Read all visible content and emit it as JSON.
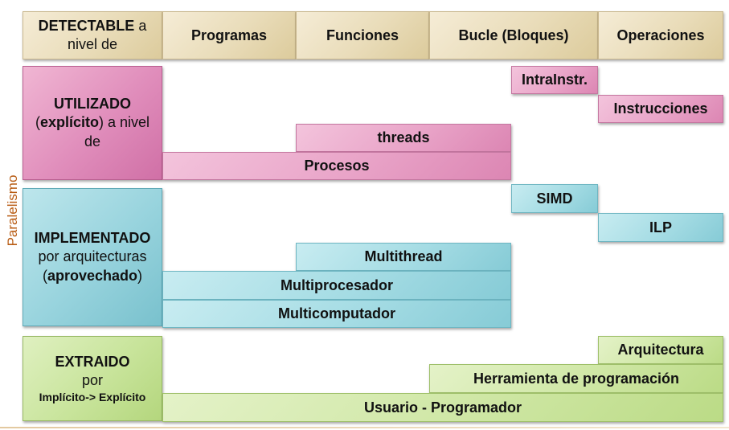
{
  "side_label": "Paralelismo",
  "header": {
    "detectable_bold": "DETECTABLE",
    "detectable_rest1": "a",
    "detectable_rest2": "nivel de",
    "columns": [
      "Programas",
      "Funciones",
      "Bucle (Bloques)",
      "Operaciones"
    ]
  },
  "rows": {
    "utilizado": {
      "line1": "UTILIZADO",
      "line2_open": "(",
      "line2_bold": "explícito",
      "line2_rest": ") a nivel",
      "line3": "de"
    },
    "implementado": {
      "line1": "IMPLEMENTADO",
      "line2": "por arquitecturas",
      "line3_open": "(",
      "line3_bold": "aprovechado",
      "line3_close": ")"
    },
    "extraido": {
      "line1": "EXTRAIDO",
      "line2": "por",
      "line3": "Implícito-> Explícito"
    }
  },
  "bars": {
    "intrainstr": "IntraInstr.",
    "instrucciones": "Instrucciones",
    "threads": "threads",
    "procesos": "Procesos",
    "simd": "SIMD",
    "ilp": "ILP",
    "multithread": "Multithread",
    "multiprocesador": "Multiprocesador",
    "multicomputador": "Multicomputador",
    "arquitectura": "Arquitectura",
    "herramienta": "Herramienta de programación",
    "usuario": "Usuario - Programador"
  }
}
